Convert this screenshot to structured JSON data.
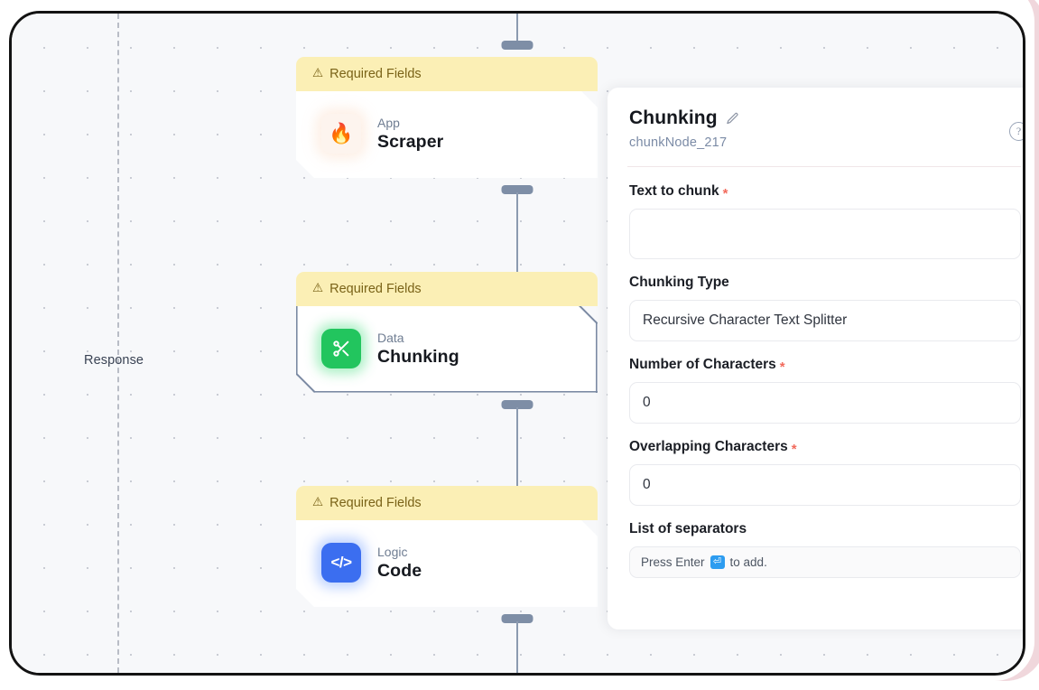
{
  "canvas": {
    "lane_label": "Response",
    "nodes": [
      {
        "warning": "Required Fields",
        "warning_icon": "warning-triangle-icon",
        "category": "App",
        "title": "Scraper",
        "icon": "flame-icon",
        "selected": false
      },
      {
        "warning": "Required Fields",
        "warning_icon": "warning-triangle-icon",
        "category": "Data",
        "title": "Chunking",
        "icon": "scissors-icon",
        "selected": true
      },
      {
        "warning": "Required Fields",
        "warning_icon": "warning-triangle-icon",
        "category": "Logic",
        "title": "Code",
        "icon": "code-brackets-icon",
        "selected": false
      }
    ]
  },
  "panel": {
    "title": "Chunking",
    "edit_icon": "pencil-icon",
    "node_id": "chunkNode_217",
    "help_icon": "question-mark-icon",
    "fields": [
      {
        "label": "Text to chunk",
        "required": true,
        "value": "",
        "type": "textarea"
      },
      {
        "label": "Chunking Type",
        "required": false,
        "value": "Recursive Character Text Splitter",
        "type": "select"
      },
      {
        "label": "Number of Characters",
        "required": true,
        "value": "0",
        "type": "number"
      },
      {
        "label": "Overlapping Characters",
        "required": true,
        "value": "0",
        "type": "number"
      },
      {
        "label": "List of separators",
        "required": false,
        "type": "tags",
        "hint_before": "Press Enter",
        "hint_key": "⏎",
        "hint_after": "to add."
      }
    ]
  },
  "colors": {
    "warning_bg": "#fbefb5",
    "warning_text": "#7a6318",
    "accent_green": "#22c55e",
    "accent_blue": "#3b6ef0",
    "required_red": "#f26a5c",
    "connector": "#7e8ea6",
    "frame_pink": "#f0d7dc"
  }
}
